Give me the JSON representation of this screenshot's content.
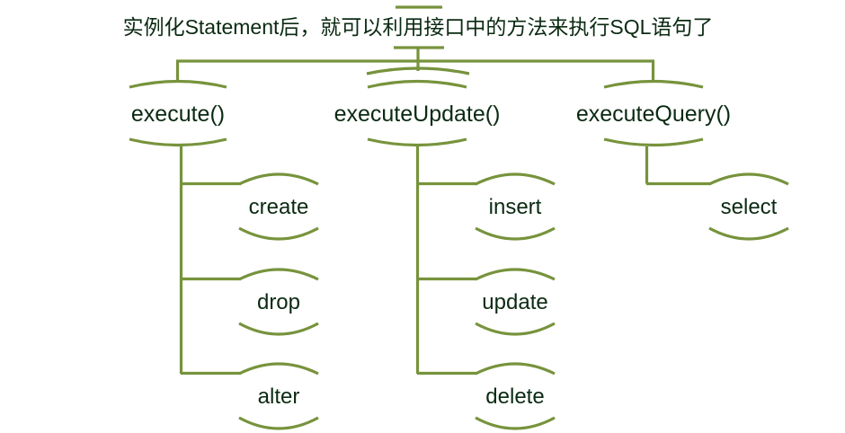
{
  "diagram": {
    "type": "tree-diagram",
    "accent_color": "#77933c",
    "text_color": "#0b2a12",
    "background_color": "#ffffff",
    "root": {
      "label": "实例化Statement后，就可以利用接口中的方法来执行SQL语句了"
    },
    "branches": [
      {
        "label": "execute()",
        "leaves": [
          {
            "label": "create"
          },
          {
            "label": "drop"
          },
          {
            "label": "alter"
          }
        ]
      },
      {
        "label": "executeUpdate()",
        "leaves": [
          {
            "label": "insert"
          },
          {
            "label": "update"
          },
          {
            "label": "delete"
          }
        ]
      },
      {
        "label": "executeQuery()",
        "leaves": [
          {
            "label": "select"
          }
        ]
      }
    ]
  }
}
